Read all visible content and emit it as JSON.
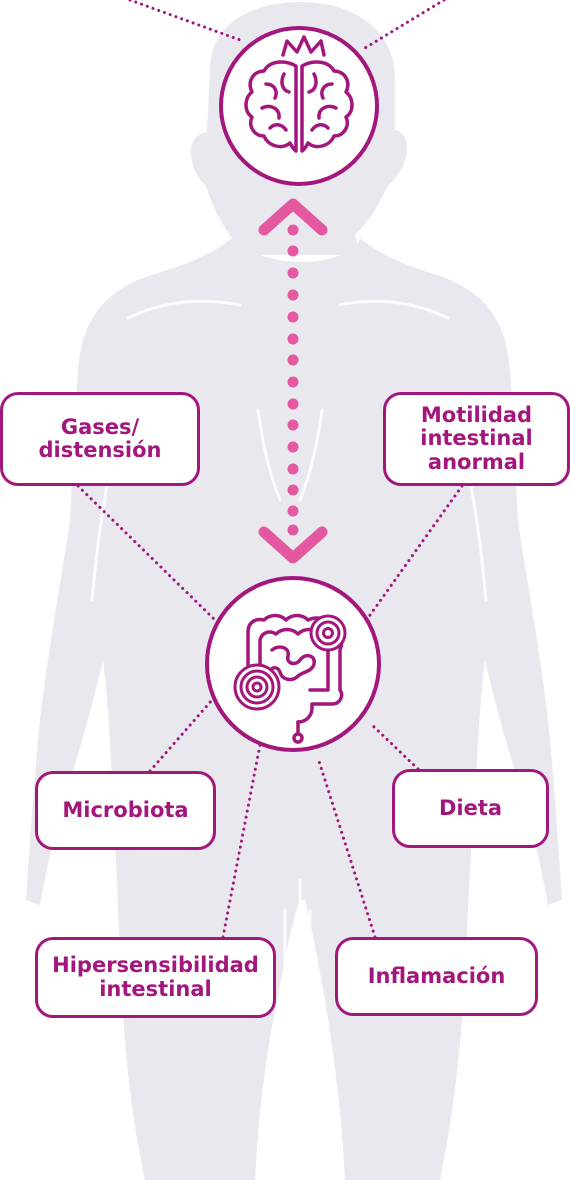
{
  "colors": {
    "accent_dark": "#a3177d",
    "accent_pink": "#e4589f",
    "silhouette": "#e8e8ee",
    "background": "#ffffff"
  },
  "icons": {
    "top_node": "brain-with-crown-icon",
    "bottom_node": "intestine-with-pain-targets-icon",
    "connector": "bidirectional-dotted-arrow-icon"
  },
  "factors": {
    "gases": "Gases/\ndistensión",
    "motilidad": "Motilidad\nintestinal\nanormal",
    "microbiota": "Microbiota",
    "dieta": "Dieta",
    "hipersensibilidad": "Hipersensibilidad\nintestinal",
    "inflamacion": "Inflamación"
  }
}
